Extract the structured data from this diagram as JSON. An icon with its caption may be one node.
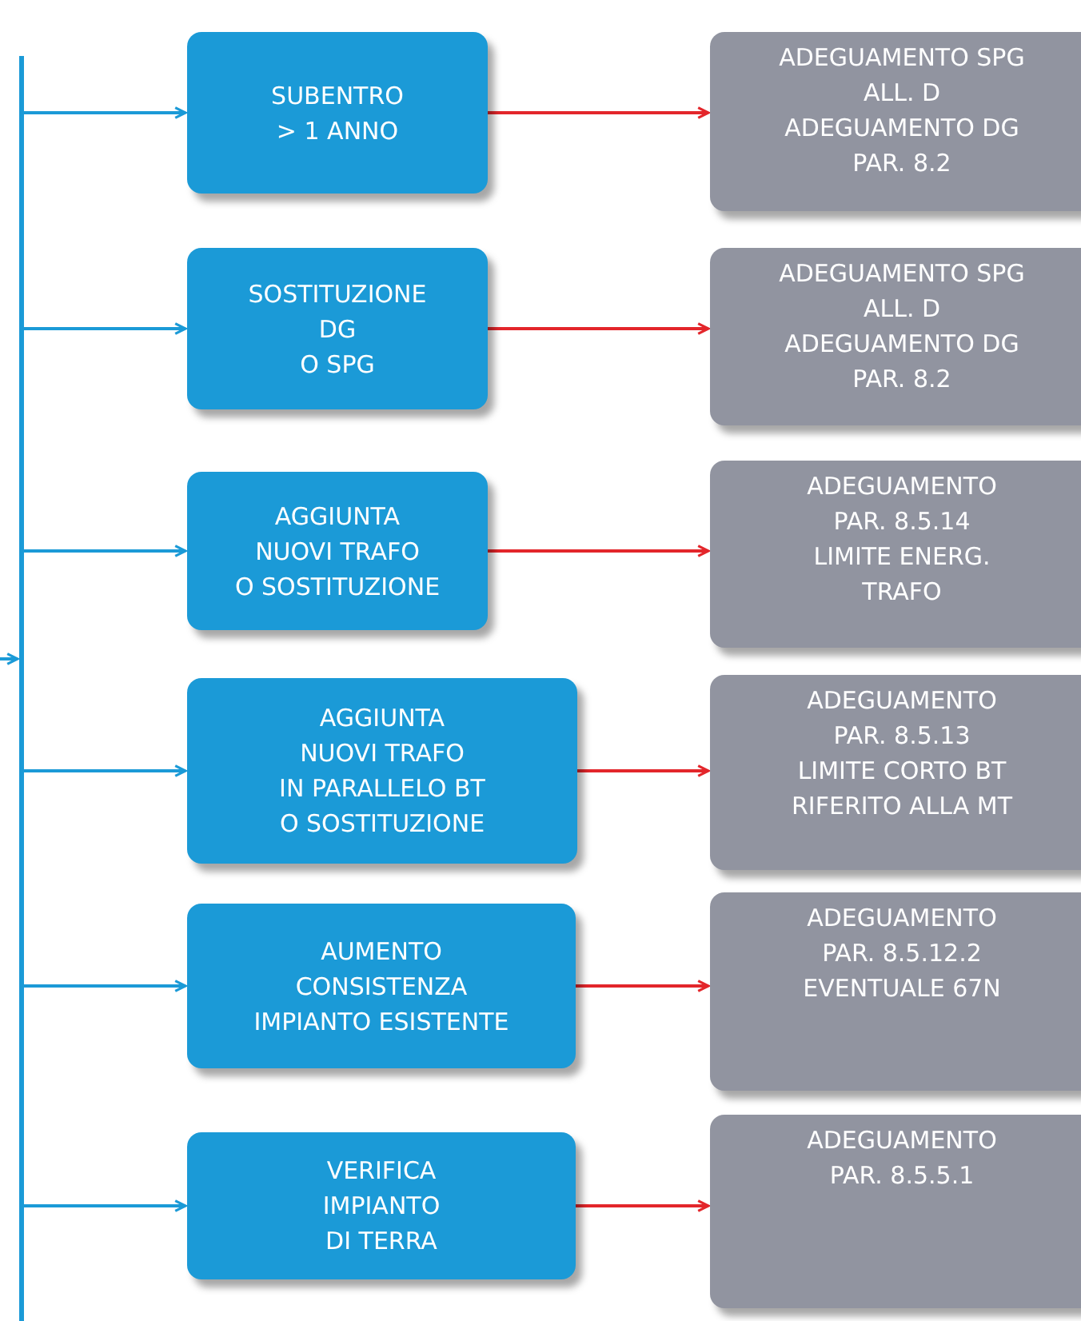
{
  "diagram": {
    "nodes": [
      {
        "text": [],
        "shape": "bar"
      },
      {
        "text": [
          "SUBENTRO",
          "> 1 ANNO"
        ]
      },
      {
        "text": [
          "ADEGUAMENTO SPG",
          "ALL. D",
          "ADEGUAMENTO DG",
          "PAR. 8.2"
        ]
      },
      {
        "text": [
          "SOSTITUZIONE",
          "DG",
          "O SPG"
        ]
      },
      {
        "text": [
          "ADEGUAMENTO SPG",
          "ALL. D",
          "ADEGUAMENTO DG",
          "PAR. 8.2"
        ]
      },
      {
        "text": [
          "AGGIUNTA",
          "NUOVI TRAFO",
          "O SOSTITUZIONE"
        ]
      },
      {
        "text": [
          "ADEGUAMENTO",
          "PAR. 8.5.14",
          "LIMITE ENERG.",
          "TRAFO"
        ]
      },
      {
        "text": [
          "AGGIUNTA",
          "NUOVI TRAFO",
          "IN PARALLELO BT",
          "O SOSTITUZIONE"
        ]
      },
      {
        "text": [
          "ADEGUAMENTO",
          "PAR. 8.5.13",
          "LIMITE CORTO BT",
          "RIFERITO ALLA MT"
        ]
      },
      {
        "text": [
          "AUMENTO",
          "CONSISTENZA",
          "IMPIANTO ESISTENTE"
        ]
      },
      {
        "text": [
          "ADEGUAMENTO",
          "PAR. 8.5.12.2",
          "EVENTUALE 67N"
        ]
      },
      {
        "text": [
          "VERIFICA",
          "IMPIANTO",
          "DI TERRA"
        ]
      },
      {
        "text": [
          "ADEGUAMENTO",
          "PAR. 8.5.5.1"
        ]
      }
    ],
    "edges": [
      {
        "from": null,
        "to": 0,
        "arrow": "to"
      },
      {
        "from": 0,
        "to": 1,
        "arrow": "to"
      },
      {
        "from": 1,
        "to": 2,
        "arrow": "to",
        "color": "#e3262b"
      },
      {
        "from": 0,
        "to": 3,
        "arrow": "to"
      },
      {
        "from": 3,
        "to": 4,
        "arrow": "to",
        "color": "#e3262b"
      },
      {
        "from": 0,
        "to": 5,
        "arrow": "to"
      },
      {
        "from": 5,
        "to": 6,
        "arrow": "to",
        "color": "#e3262b"
      },
      {
        "from": 0,
        "to": 7,
        "arrow": "to"
      },
      {
        "from": 7,
        "to": 8,
        "arrow": "to",
        "color": "#e3262b"
      },
      {
        "from": 0,
        "to": 9,
        "arrow": "to"
      },
      {
        "from": 9,
        "to": 10,
        "arrow": "to",
        "color": "#e3262b"
      },
      {
        "from": 0,
        "to": 11,
        "arrow": "to"
      },
      {
        "from": 11,
        "to": 12,
        "arrow": "to",
        "color": "#e3262b"
      }
    ]
  }
}
